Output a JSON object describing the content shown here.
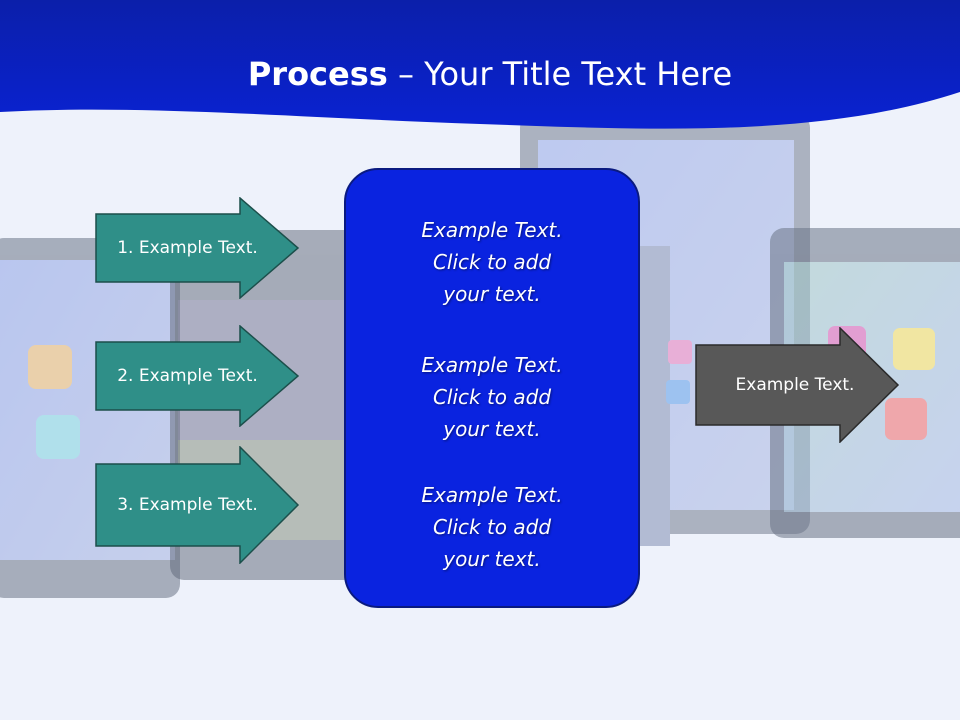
{
  "slide": {
    "title_bold": "Process",
    "title_rest": " – Your Title Text Here"
  },
  "left_arrows": [
    {
      "label": "1. Example Text."
    },
    {
      "label": "2. Example Text."
    },
    {
      "label": "3. Example Text."
    }
  ],
  "center_box": {
    "items": [
      {
        "line1": "Example Text.",
        "line2": "Click  to add",
        "line3": "your text."
      },
      {
        "line1": "Example Text.",
        "line2": "Click  to add",
        "line3": "your text."
      },
      {
        "line1": "Example Text.",
        "line2": "Click  to add",
        "line3": "your text."
      }
    ]
  },
  "right_arrow": {
    "label": "Example Text."
  },
  "colors": {
    "header_blue": "#0a1fc0",
    "arrow_teal": "#2f8f88",
    "arrow_gray": "#585858",
    "center_blue": "#0a23e0"
  }
}
